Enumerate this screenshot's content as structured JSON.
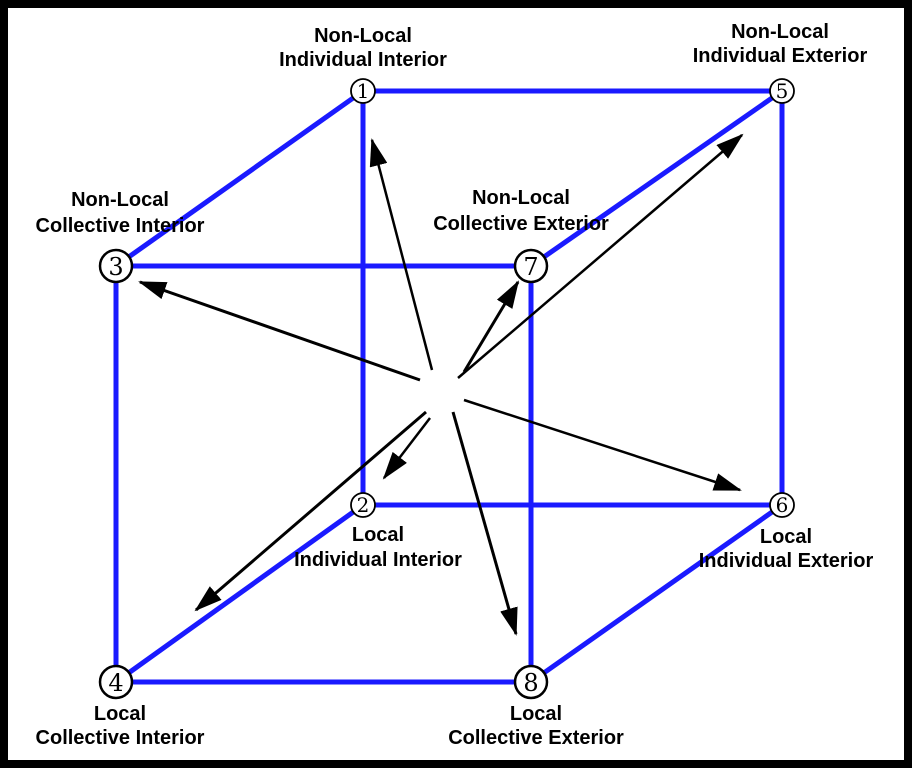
{
  "diagram": {
    "nodes": [
      {
        "id": "1",
        "number": "1",
        "label_line1": "Non-Local",
        "label_line2": "Individual Interior"
      },
      {
        "id": "2",
        "number": "2",
        "label_line1": "Local",
        "label_line2": "Individual Interior"
      },
      {
        "id": "3",
        "number": "3",
        "label_line1": "Non-Local",
        "label_line2": "Collective Interior"
      },
      {
        "id": "4",
        "number": "4",
        "label_line1": "Local",
        "label_line2": "Collective Interior"
      },
      {
        "id": "5",
        "number": "5",
        "label_line1": "Non-Local",
        "label_line2": "Individual Exterior"
      },
      {
        "id": "6",
        "number": "6",
        "label_line1": "Local",
        "label_line2": "Individual Exterior"
      },
      {
        "id": "7",
        "number": "7",
        "label_line1": "Non-Local",
        "label_line2": "Collective Exterior"
      },
      {
        "id": "8",
        "number": "8",
        "label_line1": "Local",
        "label_line2": "Collective Exterior"
      }
    ],
    "edges": [
      [
        "1",
        "5"
      ],
      [
        "1",
        "2"
      ],
      [
        "1",
        "3"
      ],
      [
        "5",
        "6"
      ],
      [
        "5",
        "7"
      ],
      [
        "2",
        "6"
      ],
      [
        "2",
        "4"
      ],
      [
        "3",
        "7"
      ],
      [
        "3",
        "4"
      ],
      [
        "7",
        "8"
      ],
      [
        "6",
        "8"
      ],
      [
        "4",
        "8"
      ]
    ],
    "arrows_from_center_to": [
      "1",
      "2",
      "3",
      "4",
      "5",
      "6",
      "7",
      "8"
    ],
    "colors": {
      "edge": "#1a1aff",
      "arrow": "#000000",
      "frame": "#000000",
      "background": "#ffffff"
    }
  }
}
